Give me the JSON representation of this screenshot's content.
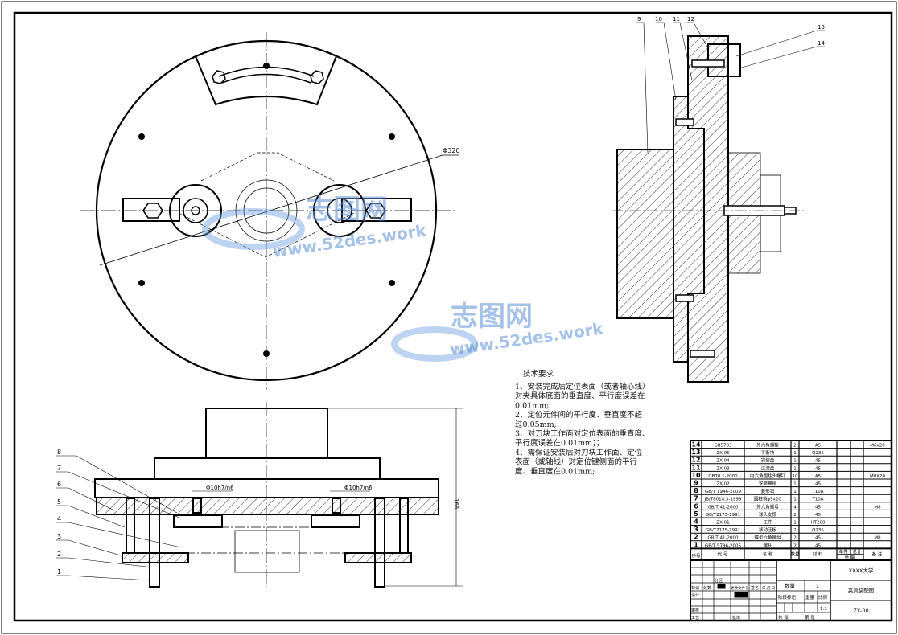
{
  "drawing": {
    "labels_left": [
      "1",
      "2",
      "3",
      "4",
      "5",
      "6",
      "7",
      "8"
    ],
    "labels_right": [
      "9",
      "10",
      "11",
      "12",
      "13",
      "14"
    ],
    "dim_diameter": "Φ320",
    "dim_fit": "Φ10h7/n6",
    "dim_height": "166"
  },
  "watermark": {
    "brand": "志图网",
    "url": "www.52des.work"
  },
  "requirements": {
    "title": "技术要求",
    "lines": [
      "1、安装完成后定位表面（或者轴心线）",
      "对夹具体底面的垂直度、平行度误差在",
      "0.01mm;",
      "2、定位元件间的平行度、垂直度不超",
      "过0.05mm;",
      "3、对刀块工作面对定位表面的垂直度、",
      "平行度误差在0.01mm；；",
      "4、需保证安装后对刀块工作面、定位",
      "表面（或轴线）对定位键侧面的平行",
      "度、垂直度在0.01mm;"
    ]
  },
  "bom": {
    "rows": [
      {
        "no": "14",
        "code": "GB5783",
        "name": "外六角螺栓",
        "qty": "2",
        "mat": "A5",
        "remark": "M6x20"
      },
      {
        "no": "13",
        "code": "ZX-05",
        "name": "平衡块",
        "qty": "1",
        "mat": "Q235",
        "remark": ""
      },
      {
        "no": "12",
        "code": "ZX-04",
        "name": "安装盘",
        "qty": "1",
        "mat": "45",
        "remark": ""
      },
      {
        "no": "11",
        "code": "ZX-03",
        "name": "过渡盘",
        "qty": "1",
        "mat": "45",
        "remark": ""
      },
      {
        "no": "10",
        "code": "GB70.1-2000",
        "name": "内六角圆柱头螺钉",
        "qty": "10",
        "mat": "A5",
        "remark": "M8X20"
      },
      {
        "no": "9",
        "code": "ZX-02",
        "name": "安装横销",
        "qty": "1",
        "mat": "45",
        "remark": ""
      },
      {
        "no": "8",
        "code": "GB/T 1946-2009",
        "name": "菱形销",
        "qty": "1",
        "mat": "T10A",
        "remark": ""
      },
      {
        "no": "7",
        "code": "JB/T8014.3-1999",
        "name": "圆柱销φ5x20",
        "qty": "1",
        "mat": "T10A",
        "remark": ""
      },
      {
        "no": "6",
        "code": "GB/T 41-2000",
        "name": "外六角螺母",
        "qty": "4",
        "mat": "45",
        "remark": "M8"
      },
      {
        "no": "5",
        "code": "GB/T2175-1991",
        "name": "球头支撑",
        "qty": "2",
        "mat": "45",
        "remark": ""
      },
      {
        "no": "4",
        "code": "ZX-01",
        "name": "工件",
        "qty": "1",
        "mat": "HT200",
        "remark": ""
      },
      {
        "no": "3",
        "code": "GB/T2175-1991",
        "name": "移动压板",
        "qty": "2",
        "mat": "Q235",
        "remark": ""
      },
      {
        "no": "2",
        "code": "GB/T 41-2000",
        "name": "蝶型六角螺母",
        "qty": "2",
        "mat": "45",
        "remark": "M8"
      },
      {
        "no": "1",
        "code": "GB/T 5796-2005",
        "name": "螺杆",
        "qty": "2",
        "mat": "45",
        "remark": ""
      }
    ],
    "header": {
      "no": "序号",
      "code": "代 号",
      "name": "名 称",
      "qty": "数量",
      "mat": "材 料",
      "single": "单件",
      "total": "总计",
      "weight": "重 量",
      "remark": "备 注"
    }
  },
  "title_block": {
    "school": "XXXX大学",
    "drawing_name": "夹具装配图",
    "drawing_no": "ZX-00",
    "qty_label": "数量",
    "qty": "1",
    "stage_label": "阶段标记",
    "weight_label": "重量",
    "scale_label": "比例",
    "scale": "1:1",
    "mark_label": "标记",
    "count_label": "处数",
    "zone_label": "分区",
    "change_label": "更改文件号",
    "sign_label": "签名",
    "date_label": "年.月.日",
    "design_label": "设计",
    "review_label": "审核",
    "process_label": "工艺",
    "approve_label": "批准",
    "sheets_label": "共   张",
    "sheet_label": "第   张"
  }
}
